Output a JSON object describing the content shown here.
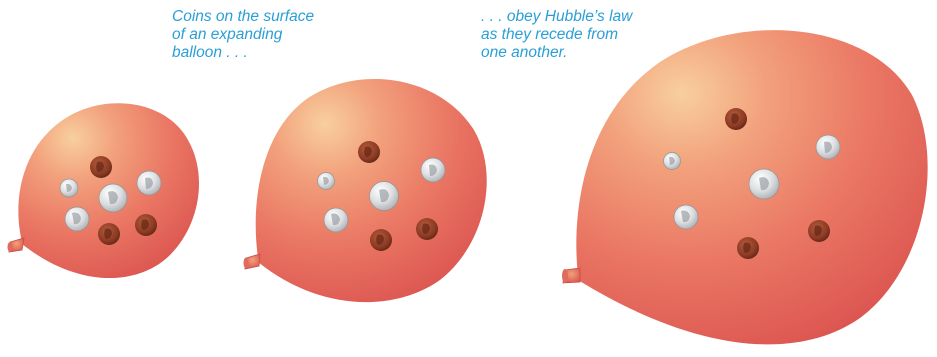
{
  "captions": {
    "left": [
      "Coins on the surface",
      "of an expanding",
      "balloon . . ."
    ],
    "right": [
      ". . . obey Hubble’s law",
      "as they recede from",
      "one another."
    ]
  },
  "colors": {
    "caption": "#2a9fd6",
    "balloon_light": "#f6c79a",
    "balloon_mid": "#ee8a72",
    "balloon_dark": "#e05a55",
    "penny": "#8b3a24",
    "dime": "#d4d6d8"
  },
  "balloons": [
    {
      "name": "small-balloon",
      "coins": [
        "penny",
        "dime",
        "dime",
        "dime",
        "dime",
        "penny",
        "penny"
      ]
    },
    {
      "name": "medium-balloon",
      "coins": [
        "penny",
        "dime",
        "dime",
        "dime",
        "dime",
        "penny",
        "penny"
      ]
    },
    {
      "name": "large-balloon",
      "coins": [
        "penny",
        "dime",
        "dime",
        "dime",
        "dime",
        "penny",
        "penny"
      ]
    }
  ]
}
